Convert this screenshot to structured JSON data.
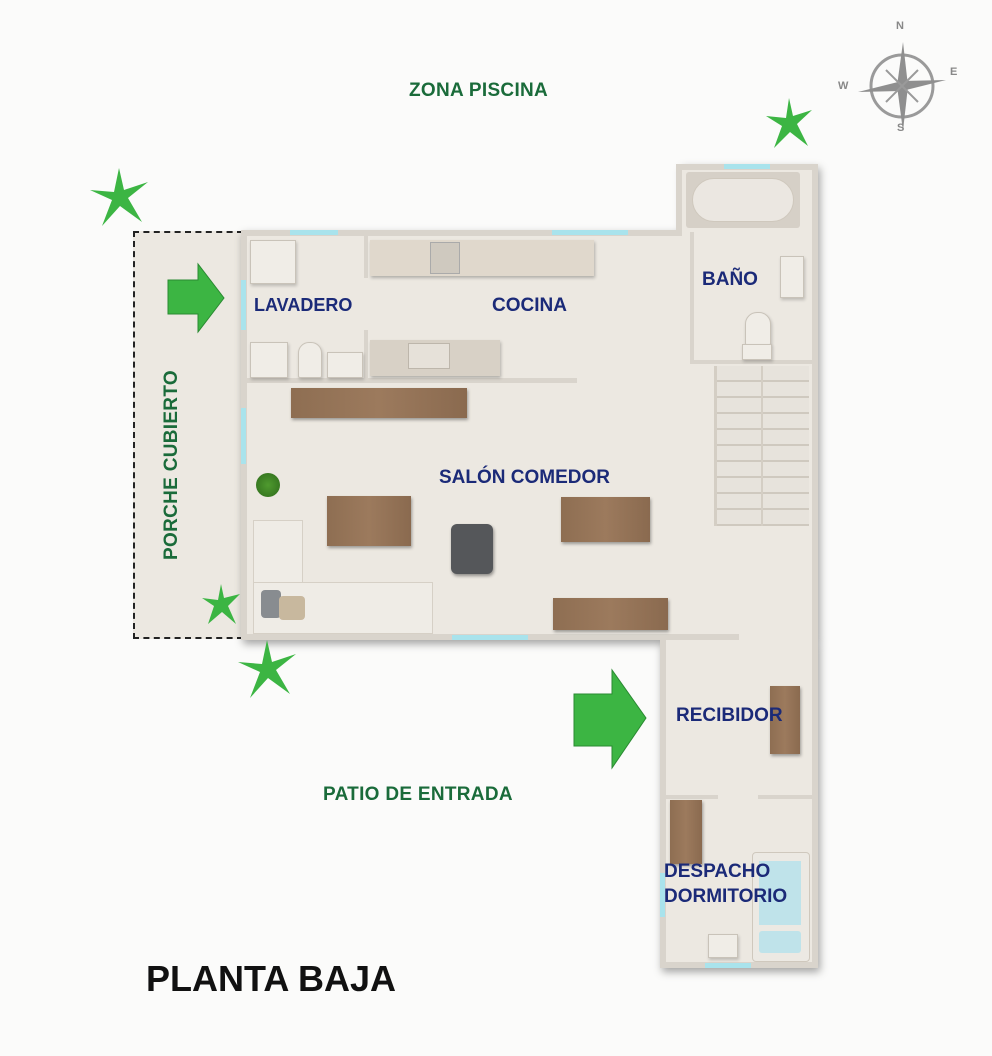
{
  "title": "PLANTA BAJA",
  "compass": {
    "north": "N",
    "east": "E",
    "south": "S",
    "west": "W"
  },
  "exterior_labels": {
    "pool": "ZONA PISCINA",
    "porch": "PORCHE CUBIERTO",
    "entrance_patio": "PATIO DE ENTRADA"
  },
  "rooms": {
    "laundry": "LAVADERO",
    "kitchen": "COCINA",
    "bathroom": "BAÑO",
    "living_dining": "SALÓN COMEDOR",
    "hall": "RECIBIDOR",
    "office_line1": "DESPACHO",
    "office_line2": "DORMITORIO"
  },
  "colors": {
    "exterior_label": "#1a6b3a",
    "room_label": "#1b2a78",
    "arrow": "#3cb543",
    "plant_star": "#3cb543",
    "window": "#a9e3ec",
    "floor": "#ece8e1"
  }
}
